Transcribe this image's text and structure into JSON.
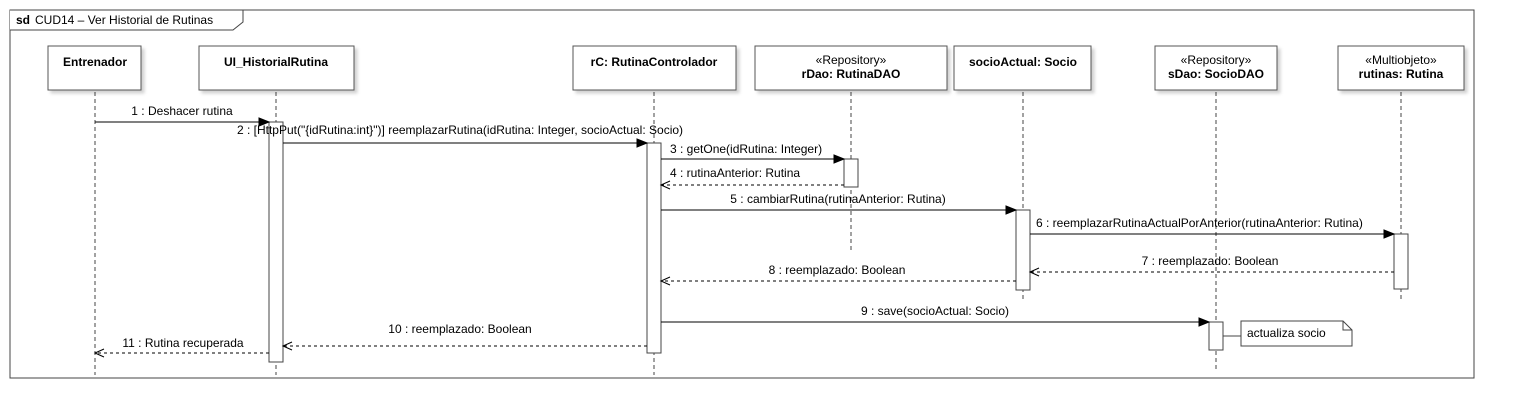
{
  "frame": {
    "keyword": "sd",
    "title": "CUD14 – Ver Historial de Rutinas"
  },
  "lifelines": [
    {
      "id": "entrenador",
      "stereotype": "",
      "name": "Entrenador"
    },
    {
      "id": "ui",
      "stereotype": "",
      "name": "UI_HistorialRutina"
    },
    {
      "id": "rc",
      "stereotype": "",
      "name": "rC: RutinaControlador"
    },
    {
      "id": "rdao",
      "stereotype": "«Repository»",
      "name": "rDao: RutinaDAO"
    },
    {
      "id": "socio",
      "stereotype": "",
      "name": "socioActual: Socio"
    },
    {
      "id": "sdao",
      "stereotype": "«Repository»",
      "name": "sDao: SocioDAO"
    },
    {
      "id": "rutinas",
      "stereotype": "«Multiobjeto»",
      "name": "rutinas: Rutina"
    }
  ],
  "messages": [
    {
      "label": "1 : Deshacer rutina",
      "from": "entrenador",
      "to": "ui",
      "kind": "call"
    },
    {
      "label": "2 : [HttpPut(\"{idRutina:int}\")] reemplazarRutina(idRutina: Integer, socioActual: Socio)",
      "from": "ui",
      "to": "rc",
      "kind": "call"
    },
    {
      "label": "3 : getOne(idRutina: Integer)",
      "from": "rc",
      "to": "rdao",
      "kind": "call"
    },
    {
      "label": "4 : rutinaAnterior: Rutina",
      "from": "rdao",
      "to": "rc",
      "kind": "return"
    },
    {
      "label": "5 : cambiarRutina(rutinaAnterior: Rutina)",
      "from": "rc",
      "to": "socio",
      "kind": "call"
    },
    {
      "label": "6 : reemplazarRutinaActualPorAnterior(rutinaAnterior: Rutina)",
      "from": "socio",
      "to": "rutinas",
      "kind": "call"
    },
    {
      "label": "7 : reemplazado: Boolean",
      "from": "rutinas",
      "to": "socio",
      "kind": "return"
    },
    {
      "label": "8 : reemplazado: Boolean",
      "from": "socio",
      "to": "rc",
      "kind": "return"
    },
    {
      "label": "9 : save(socioActual: Socio)",
      "from": "rc",
      "to": "sdao",
      "kind": "call"
    },
    {
      "label": "10 : reemplazado: Boolean",
      "from": "rc",
      "to": "ui",
      "kind": "return"
    },
    {
      "label": "11 : Rutina recuperada",
      "from": "ui",
      "to": "entrenador",
      "kind": "return"
    }
  ],
  "note": {
    "text": "actualiza socio"
  },
  "colors": {
    "line": "#000000",
    "box_border": "#555555",
    "frame_border": "#444444",
    "background": "#ffffff"
  }
}
